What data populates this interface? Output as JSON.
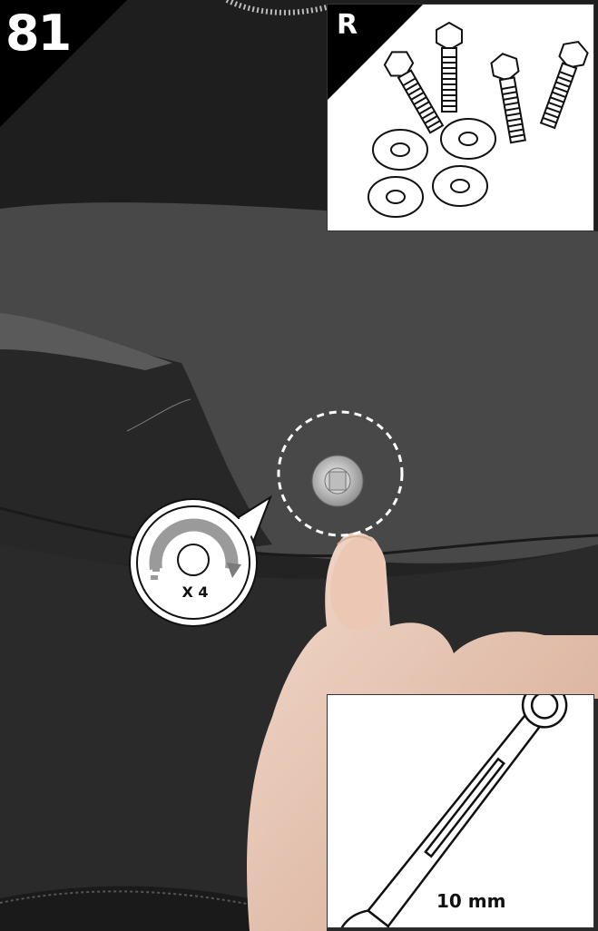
{
  "step": {
    "number": "81"
  },
  "parts": {
    "letter": "R",
    "bolt_count": 4,
    "washer_count": 4
  },
  "action": {
    "quantity": "X 4",
    "icon": "tighten-clockwise-icon"
  },
  "tool": {
    "name": "wrench-icon",
    "size": "10 mm"
  },
  "colors": {
    "tab": "#000000",
    "panel": "#ffffff",
    "fabric": "#3c3c3c",
    "skin": "#e6c4b2"
  }
}
